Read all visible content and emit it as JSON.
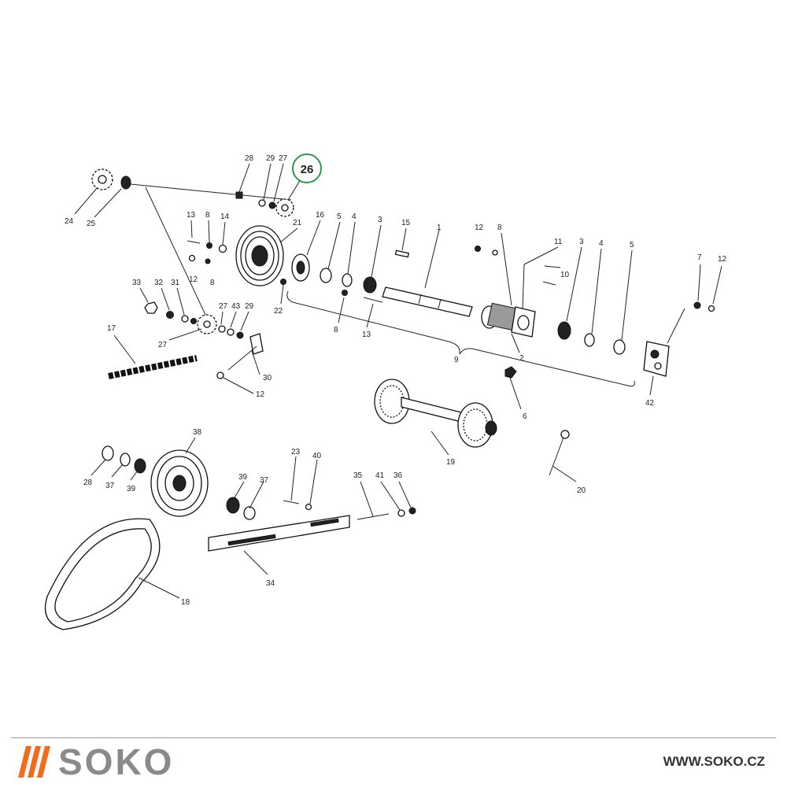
{
  "highlight": {
    "label": "26",
    "color": "#2e9a4e"
  },
  "labels": {
    "l24": "24",
    "l25": "25",
    "l28a": "28",
    "l29a": "29",
    "l27a": "27",
    "l13a": "13",
    "l8a": "8",
    "l14": "14",
    "l12a": "12",
    "l8b": "8",
    "l21": "21",
    "l16": "16",
    "l5a": "5",
    "l4a": "4",
    "l3a": "3",
    "l15": "15",
    "l1": "1",
    "l12b": "12",
    "l8c": "8",
    "l11": "11",
    "l10": "10",
    "l3b": "3",
    "l4b": "4",
    "l5b": "5",
    "l7": "7",
    "l12c": "12",
    "l33": "33",
    "l32": "32",
    "l31": "31",
    "l27b": "27",
    "l43": "43",
    "l29b": "29",
    "l27c": "27",
    "l22": "22",
    "l8d": "8",
    "l13b": "13",
    "l9": "9",
    "l2": "2",
    "l6": "6",
    "l42": "42",
    "l17": "17",
    "l30": "30",
    "l12d": "12",
    "l19": "19",
    "l20": "20",
    "l38": "38",
    "l28b": "28",
    "l37a": "37",
    "l39a": "39",
    "l39b": "39",
    "l37b": "37",
    "l23": "23",
    "l40": "40",
    "l35": "35",
    "l41": "41",
    "l36": "36",
    "l34": "34",
    "l18": "18"
  },
  "brand": {
    "name": "SOKO",
    "website": "WWW.SOKO.CZ",
    "accent_color": "#f26b1d",
    "text_color": "#8a8a8a"
  }
}
